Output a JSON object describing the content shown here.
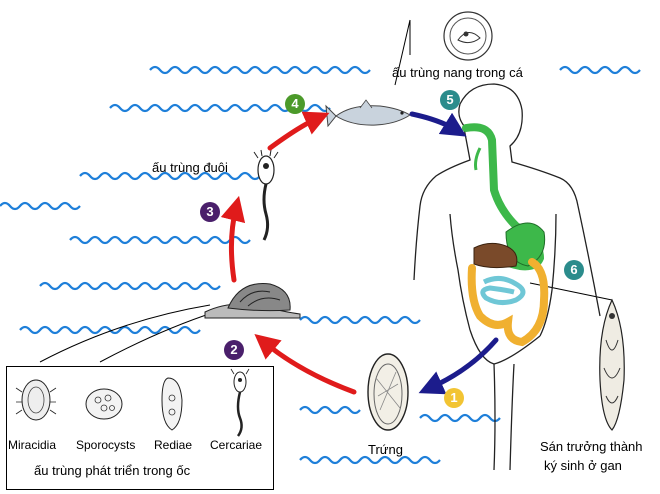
{
  "labels": {
    "fish_cyst": "ấu trùng nang trong cá",
    "cercaria_free": "ấu trùng đuôi",
    "egg": "Trứng",
    "adult": "Sán trưởng thành",
    "adult_line2": "ký sinh ở gan"
  },
  "steps": [
    {
      "number": "1",
      "color": "#f2c433"
    },
    {
      "number": "2",
      "color": "#4a1f6b"
    },
    {
      "number": "3",
      "color": "#4a1f6b"
    },
    {
      "number": "4",
      "color": "#4c9a2a"
    },
    {
      "number": "5",
      "color": "#2b8c8c"
    },
    {
      "number": "6",
      "color": "#2b8c8c"
    }
  ],
  "inset": {
    "stages": [
      "Miracidia",
      "Sporocysts",
      "Rediae",
      "Cercariae"
    ],
    "caption": "ấu trùng phát triển trong ốc"
  },
  "colors": {
    "water": "#1e7fd9",
    "arrow_red": "#e01b1b",
    "arrow_blue": "#1c1c8c",
    "gut_green": "#3db84a",
    "intestine_yellow": "#f0b030",
    "colon_blue": "#6fc7d6",
    "liver_brown": "#7a4a2a"
  }
}
